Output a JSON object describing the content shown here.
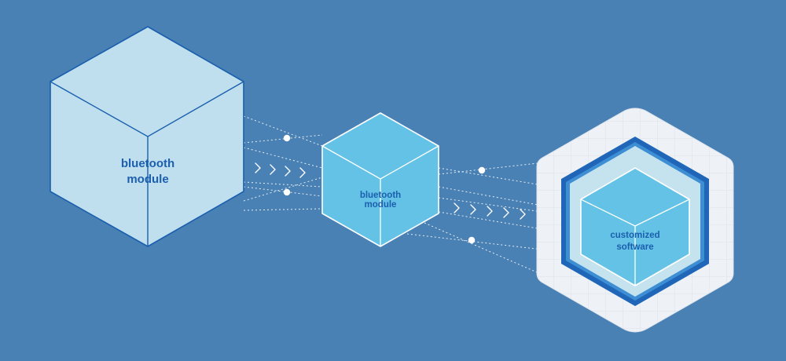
{
  "colors": {
    "background": "#4a81b5",
    "cube_large_fill": "#bfdfee",
    "cube_small_fill": "#63c2e6",
    "cube_edge": "#1a5fae",
    "label_text": "#1b5fae",
    "hex_outer_fill": "#eef2f6",
    "hex_band_outer": "#1f66b9",
    "hex_band_inner": "#c5e2ef",
    "connector_line": "#ffffff"
  },
  "nodes": {
    "large_module": {
      "line1": "bluetooth",
      "line2": "module"
    },
    "small_module": {
      "line1": "bluetooth",
      "line2": "module"
    },
    "software": {
      "line1": "customized",
      "line2": "software"
    }
  },
  "icons": [
    "chevron-right-icon",
    "connector-dot-icon",
    "grid-pattern"
  ]
}
